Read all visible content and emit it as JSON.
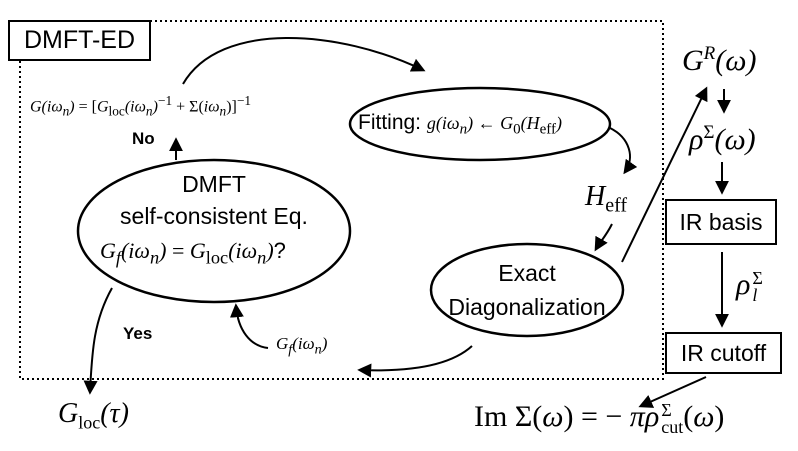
{
  "title_box": "DMFT-ED",
  "nodes": {
    "green_func_eq": "G(iω_n) = [G_loc(iω_n)^{-1} + Σ(iω_n)]^{-1}",
    "no_label": "No",
    "fitting": "Fitting: g(iω_n) ← G_0(H_eff)",
    "dmft_line1": "DMFT",
    "dmft_line2": "self-consistent Eq.",
    "dmft_line3": "G_f(iω_n) = G_loc(iω_n)?",
    "h_eff": "H_eff",
    "ed_line1": "Exact",
    "ed_line2": "Diagonalization",
    "gf_iwn": "G_f(iω_n)",
    "yes_label": "Yes",
    "g_loc_tau": "G_loc(τ)",
    "gr_omega": "G^R(ω)",
    "rho_sigma": "ρ^Σ(ω)",
    "ir_basis": "IR basis",
    "rho_l_sigma": "ρ_l^Σ",
    "ir_cutoff": "IR cutoff",
    "im_sigma": "Im Σ(ω) = − πρ_cut^Σ(ω)"
  },
  "colors": {
    "stroke": "#000000",
    "background": "#ffffff"
  }
}
